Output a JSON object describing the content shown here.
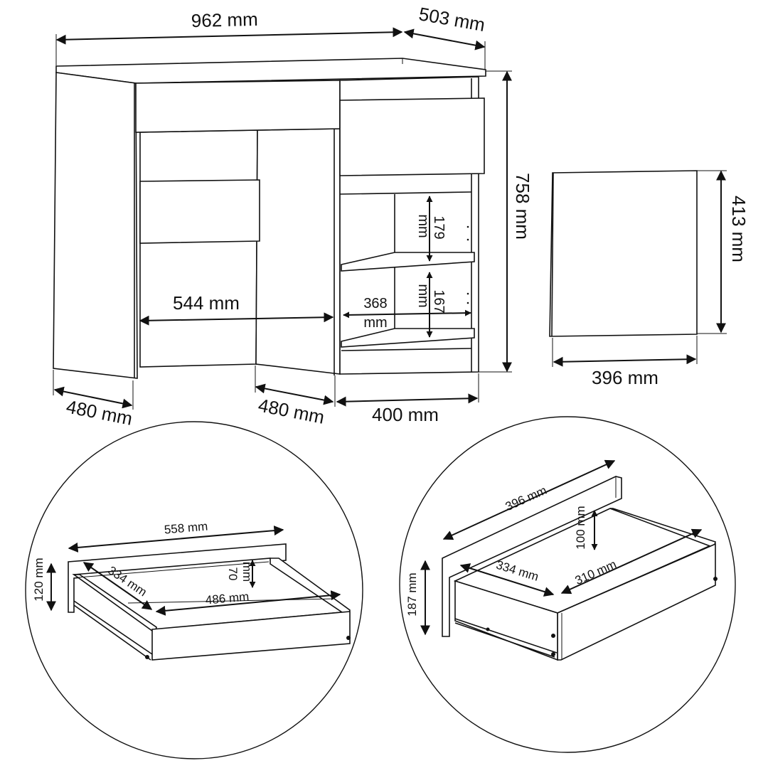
{
  "desk_dimensions": {
    "width": "962 mm",
    "depth": "503 mm",
    "height": "758 mm",
    "left_depth": "480 mm",
    "middle_depth": "480 mm",
    "cabinet_width": "400 mm",
    "knee_space_width": "544 mm",
    "upper_shelf_gap_value": "179",
    "upper_shelf_gap_unit": "mm",
    "lower_shelf_gap_value": "167",
    "lower_shelf_gap_unit": "mm",
    "shelf_width_value": "368",
    "shelf_width_unit": "mm"
  },
  "side_panel": {
    "height": "413 mm",
    "width": "396 mm"
  },
  "wide_drawer": {
    "front_length": "558 mm",
    "front_height": "120 mm",
    "depth": "334 mm",
    "inner_width": "486 mm",
    "inner_height_value": "70",
    "inner_height_unit": "mm"
  },
  "small_drawer": {
    "front_length": "396 mm",
    "front_height": "187 mm",
    "depth": "334 mm",
    "inner_width": "310 mm",
    "inner_height": "100 mm"
  }
}
